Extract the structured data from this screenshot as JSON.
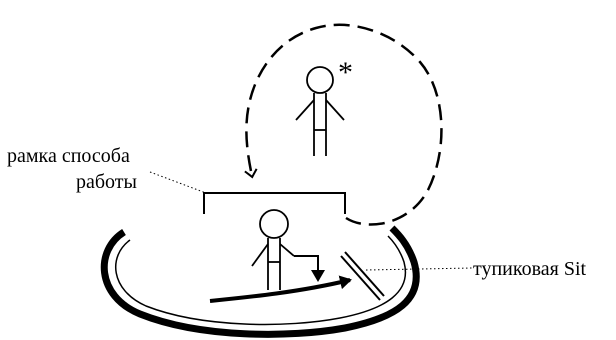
{
  "labels": {
    "frame_line1": "рамка способа",
    "frame_line2": "работы",
    "dead_end": "тупиковая Sit",
    "star": "*"
  },
  "colors": {
    "ink": "#000000",
    "background": "#ffffff"
  }
}
